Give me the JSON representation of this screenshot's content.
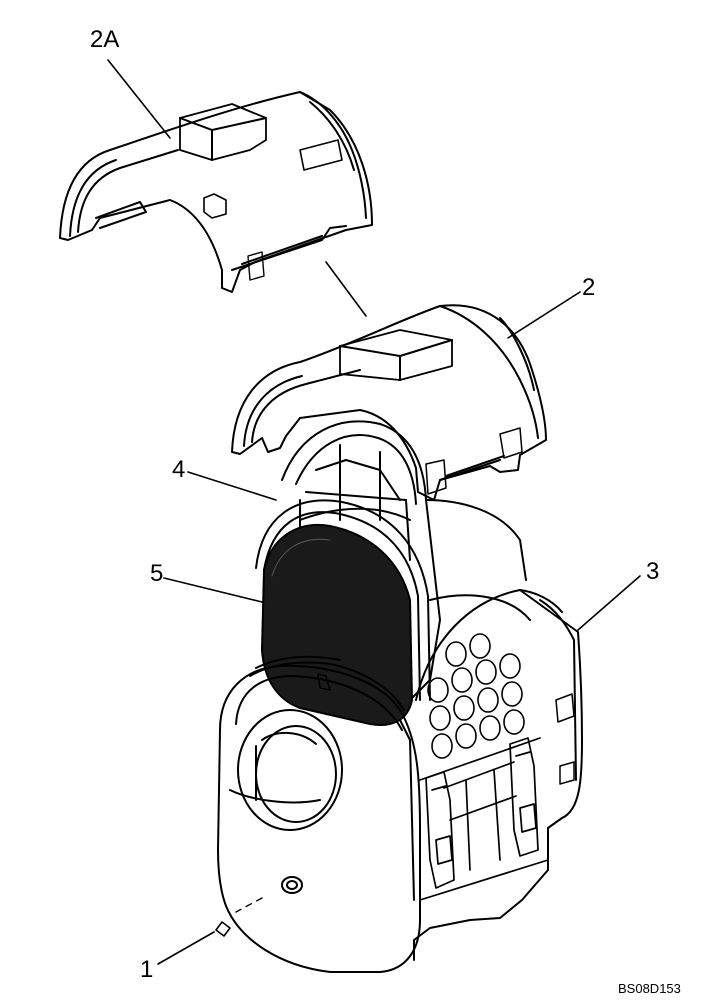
{
  "callouts": {
    "part_2a": "2A",
    "part_2": "2",
    "part_3": "3",
    "part_4": "4",
    "part_5": "5",
    "part_1": "1"
  },
  "figure_code": "BS08D153",
  "colors": {
    "line": "#000000",
    "background": "#ffffff"
  }
}
